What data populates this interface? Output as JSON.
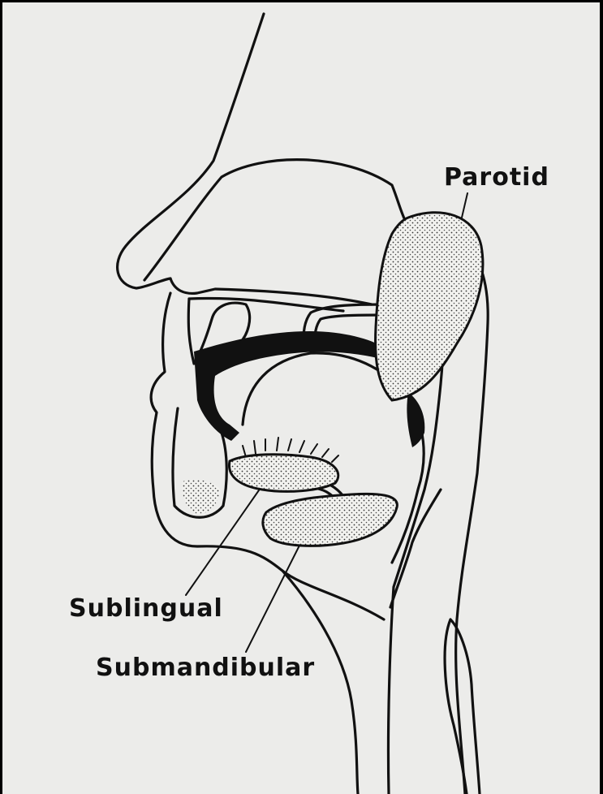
{
  "diagram": {
    "labels": {
      "parotid": "Parotid",
      "sublingual": "Sublingual",
      "submandibular": "Submandibular"
    },
    "colors": {
      "background": "#ececea",
      "ink": "#111111",
      "frame": "#000000"
    }
  }
}
